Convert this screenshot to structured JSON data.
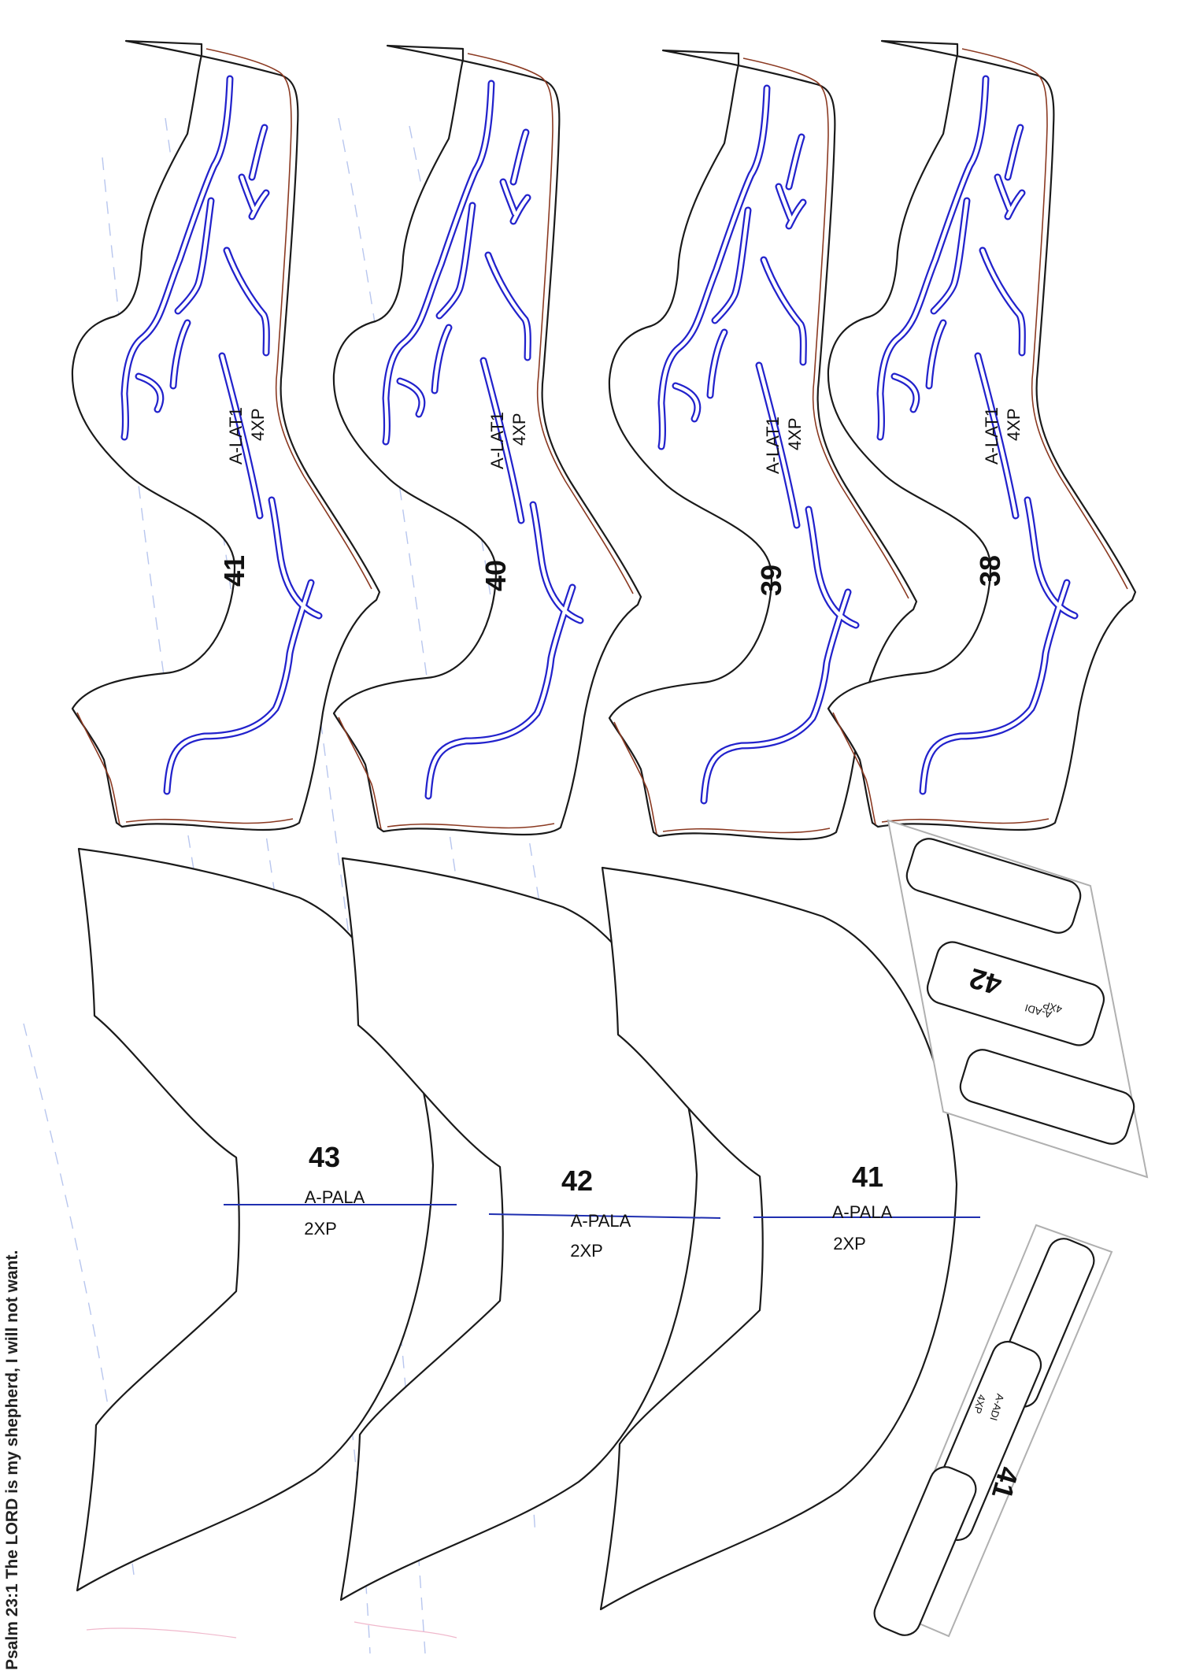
{
  "footer": {
    "verse": "Psalm 23:1 The LORD is my shepherd, I will not want."
  },
  "lat_pieces": [
    {
      "size": "41",
      "code": "A-LAT1",
      "qty": "4XP"
    },
    {
      "size": "40",
      "code": "A-LAT1",
      "qty": "4XP"
    },
    {
      "size": "39",
      "code": "A-LAT1",
      "qty": "4XP"
    },
    {
      "size": "38",
      "code": "A-LAT1",
      "qty": "4XP"
    }
  ],
  "pala_pieces": [
    {
      "size": "43",
      "code": "A-PALA",
      "qty": "2XP"
    },
    {
      "size": "42",
      "code": "A-PALA",
      "qty": "2XP"
    },
    {
      "size": "41",
      "code": "A-PALA",
      "qty": "2XP"
    }
  ],
  "adi_pieces": [
    {
      "size": "42",
      "code": "A-ADI",
      "qty": "4XP"
    },
    {
      "size": "41",
      "code": "A-ADI",
      "qty": "4XP"
    }
  ]
}
